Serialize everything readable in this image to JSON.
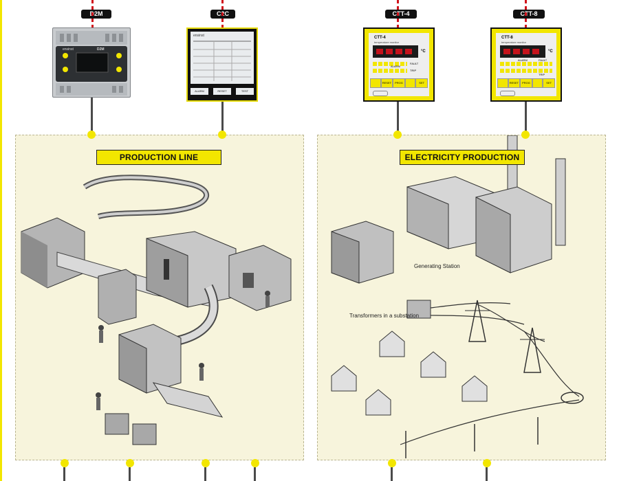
{
  "devices": [
    {
      "id": "d2m",
      "tag": "D2M",
      "brand": "ensinst",
      "model": "D2M"
    },
    {
      "id": "c2c",
      "tag": "C2C",
      "brand": "ensinst",
      "buttons": [
        "ALARM",
        "RESET",
        "TEST"
      ]
    },
    {
      "id": "ctt4",
      "tag": "CTT-4",
      "title": "CTT-4",
      "subtitle": "temperature monitor",
      "unit": "°C",
      "status": [
        "ALARM",
        "FAULT",
        "TRIP"
      ],
      "buttons": [
        "RESET",
        "PROG",
        "SET"
      ]
    },
    {
      "id": "ctt8",
      "tag": "CTT-8",
      "title": "CTT-8",
      "subtitle": "temperature monitor",
      "unit": "°C",
      "status": [
        "ALARM",
        "FAULT",
        "TRIP"
      ],
      "buttons": [
        "RESET",
        "PROG",
        "SET"
      ]
    }
  ],
  "sections": {
    "production": {
      "title": "PRODUCTION LINE"
    },
    "electricity": {
      "title": "ELECTRICITY PRODUCTION",
      "labels": {
        "generating_station": "Generating Station",
        "transformers": "Transformers in a substation"
      }
    }
  },
  "colors": {
    "accent_yellow": "#f2e600",
    "connector_red": "#d0121b",
    "panel_bg": "#f7f4dc",
    "tag_bg": "#111111"
  }
}
